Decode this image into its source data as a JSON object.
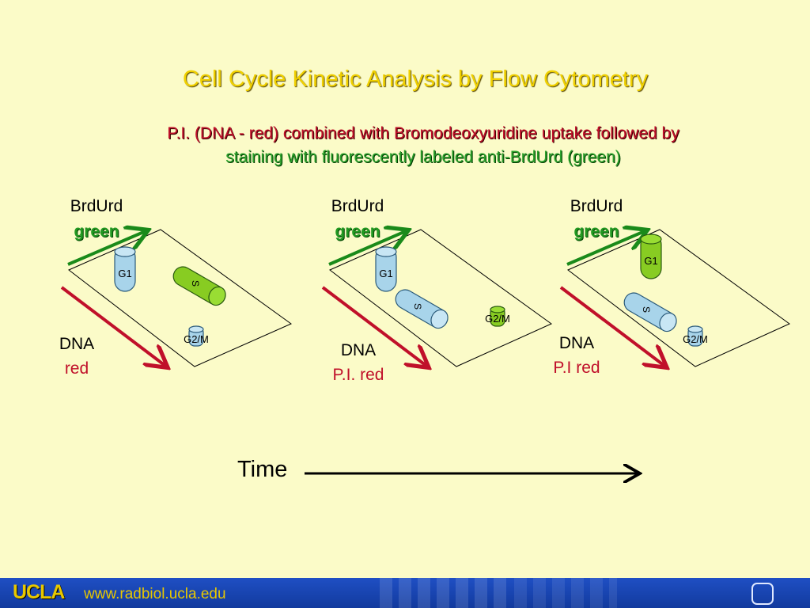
{
  "title": "Cell Cycle Kinetic Analysis by Flow Cytometry",
  "subtitle": {
    "line1": "P.I. (DNA - red) combined with  Bromodeoxyuridine uptake followed by",
    "line2": "staining with fluorescently labeled anti-BrdUrd (green)"
  },
  "panels": [
    {
      "brdurd": "BrdUrd",
      "green": "green",
      "dna": "DNA",
      "dna_color": "red",
      "g1": "G1",
      "s": "S",
      "g2m": "G2/M"
    },
    {
      "brdurd": "BrdUrd",
      "green": "green",
      "dna": "DNA",
      "dna_color": "P.I. red",
      "g1": "G1",
      "s": "S",
      "g2m": "G2/M"
    },
    {
      "brdurd": "BrdUrd",
      "green": "green",
      "dna": "DNA",
      "dna_color": "P.I red",
      "g1": "G1",
      "s": "S",
      "g2m": "G2/M"
    }
  ],
  "time_label": "Time",
  "footer": {
    "logo": "UCLA",
    "url": "www.radbiol.ucla.edu"
  },
  "colors": {
    "background": "#fbfbc8",
    "title": "#f0d000",
    "red_arrow": "#c0102a",
    "green_arrow": "#1a8a1a",
    "blue_cell": "#a8d4ea",
    "green_cell": "#88cc22",
    "footer": "#1f4fc4"
  }
}
